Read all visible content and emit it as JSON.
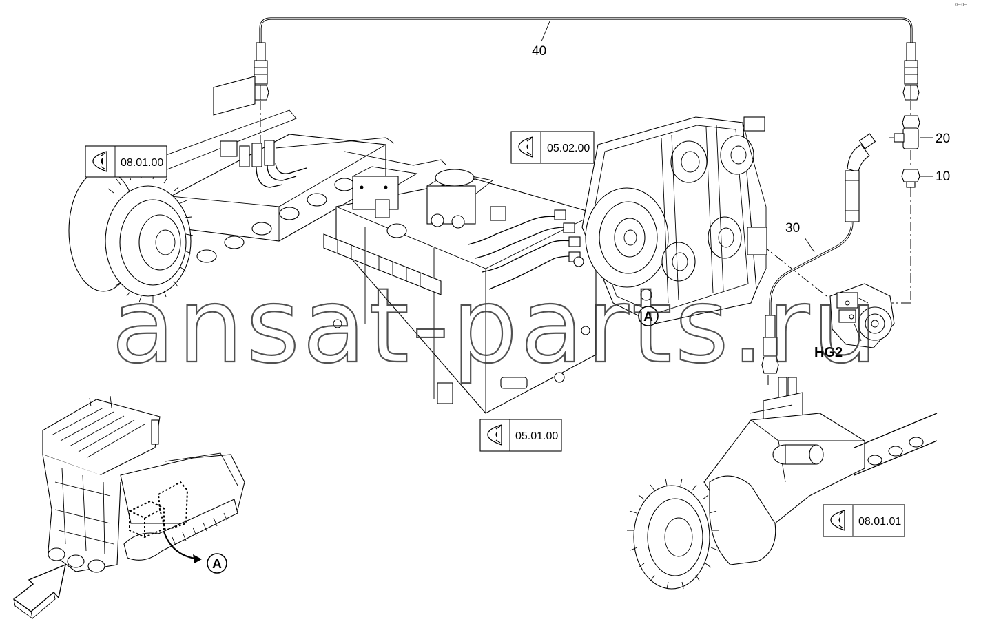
{
  "watermark": "ansat-parts.ru",
  "top_right_mark": "⁰⁻⁰⁻",
  "view_refs": {
    "left_track": "08.01.00",
    "engine_block": "05.02.00",
    "tank": "05.01.00",
    "right_track": "08.01.01"
  },
  "callouts": {
    "hose_top": "40",
    "tee_fitting": "20",
    "adapter": "10",
    "hose_lower": "30"
  },
  "pump_label": "HG2",
  "detail_marker": {
    "main": "A",
    "overview": "A"
  }
}
